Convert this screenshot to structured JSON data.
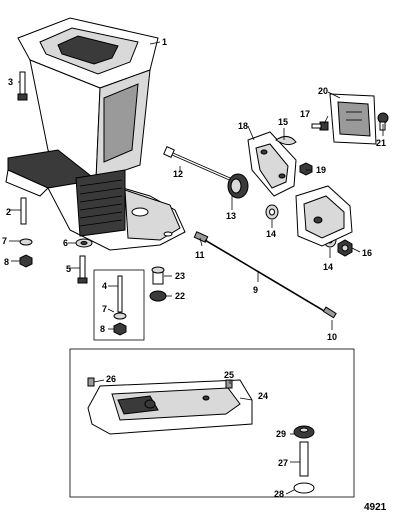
{
  "figure_number": "4921",
  "callouts": {
    "c1": "1",
    "c2": "2",
    "c3": "3",
    "c4": "4",
    "c5": "5",
    "c6": "6",
    "c7a": "7",
    "c7b": "7",
    "c8a": "8",
    "c8b": "8",
    "c9": "9",
    "c10": "10",
    "c11": "11",
    "c12": "12",
    "c13": "13",
    "c14a": "14",
    "c14b": "14",
    "c15": "15",
    "c16": "16",
    "c17": "17",
    "c18": "18",
    "c19": "19",
    "c20": "20",
    "c21": "21",
    "c22": "22",
    "c23": "23",
    "c24": "24",
    "c25": "25",
    "c26": "26",
    "c27": "27",
    "c28": "28",
    "c29": "29"
  }
}
